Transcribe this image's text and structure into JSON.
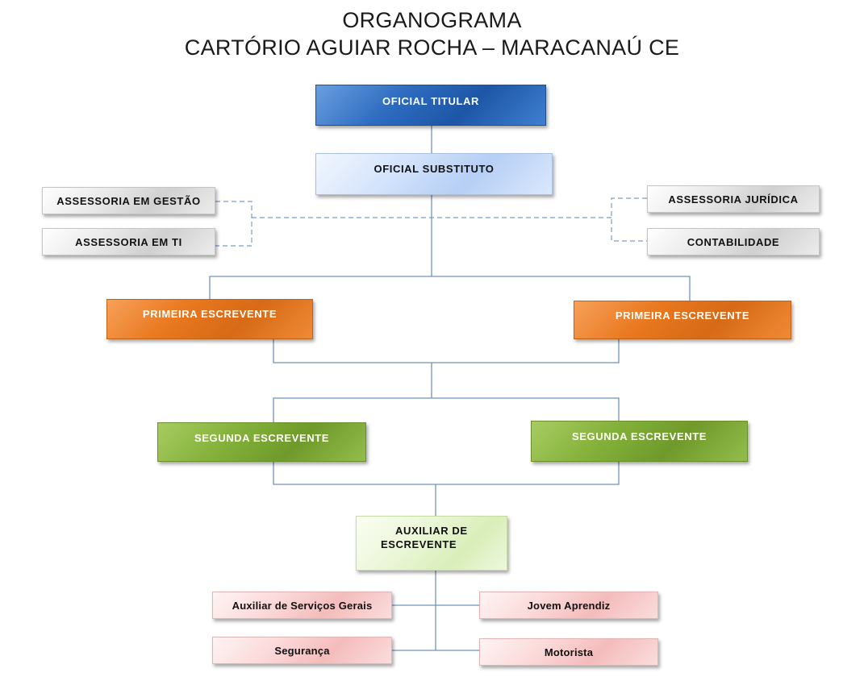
{
  "title": {
    "line1": "ORGANOGRAMA",
    "line2": "CARTÓRIO AGUIAR ROCHA – MARACANAÚ CE"
  },
  "nodes": {
    "oficial_titular": "OFICIAL TITULAR",
    "oficial_substituto": "OFICIAL SUBSTITUTO",
    "assessoria_gestao": "ASSESSORIA EM GESTÃO",
    "assessoria_ti": "ASSESSORIA EM TI",
    "assessoria_juridica": "ASSESSORIA JURÍDICA",
    "contabilidade": "CONTABILIDADE",
    "primeira_escrevente_1": "PRIMEIRA ESCREVENTE",
    "primeira_escrevente_2": "PRIMEIRA ESCREVENTE",
    "segunda_escrevente_1": "SEGUNDA ESCREVENTE",
    "segunda_escrevente_2": "SEGUNDA ESCREVENTE",
    "auxiliar_escrevente_line1": "AUXILIAR DE",
    "auxiliar_escrevente_line2": "ESCREVENTE",
    "auxiliar_servicos_gerais": "Auxiliar de Serviços Gerais",
    "jovem_aprendiz": "Jovem Aprendiz",
    "seguranca": "Segurança",
    "motorista": "Motorista"
  },
  "colors": {
    "connector": "#6f93bd",
    "dashed_connector": "#7a9cc6"
  }
}
